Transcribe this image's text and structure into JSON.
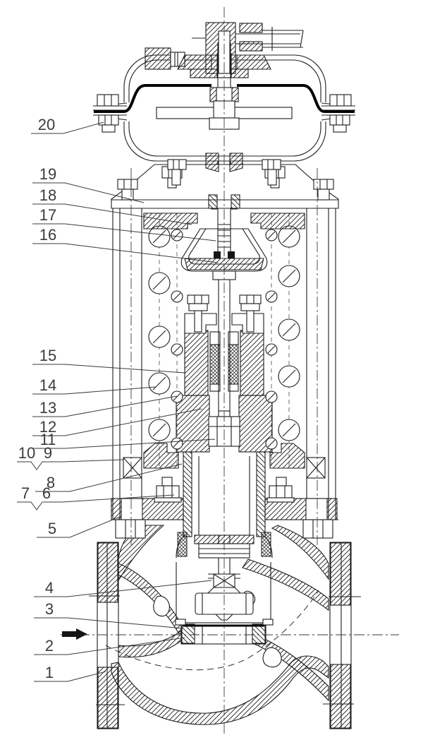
{
  "drawing": {
    "colors": {
      "background": "#ffffff",
      "line": "#1c1c1c",
      "label": "#3b3b3b"
    },
    "flow_arrow": {
      "icon": "flow-direction-arrow",
      "direction": "right"
    },
    "callouts": [
      {
        "labels": [
          "20"
        ]
      },
      {
        "labels": [
          "19"
        ]
      },
      {
        "labels": [
          "18"
        ]
      },
      {
        "labels": [
          "17"
        ]
      },
      {
        "labels": [
          "16"
        ]
      },
      {
        "labels": [
          "15"
        ]
      },
      {
        "labels": [
          "14"
        ]
      },
      {
        "labels": [
          "13"
        ]
      },
      {
        "labels": [
          "12"
        ]
      },
      {
        "labels": [
          "11"
        ]
      },
      {
        "labels": [
          "10",
          "9"
        ],
        "grouped": true
      },
      {
        "labels": [
          "8"
        ]
      },
      {
        "labels": [
          "7",
          "6"
        ],
        "grouped": true
      },
      {
        "labels": [
          "5"
        ]
      },
      {
        "labels": [
          "4"
        ]
      },
      {
        "labels": [
          "3"
        ]
      },
      {
        "labels": [
          "2"
        ]
      },
      {
        "labels": [
          "1"
        ]
      }
    ]
  }
}
